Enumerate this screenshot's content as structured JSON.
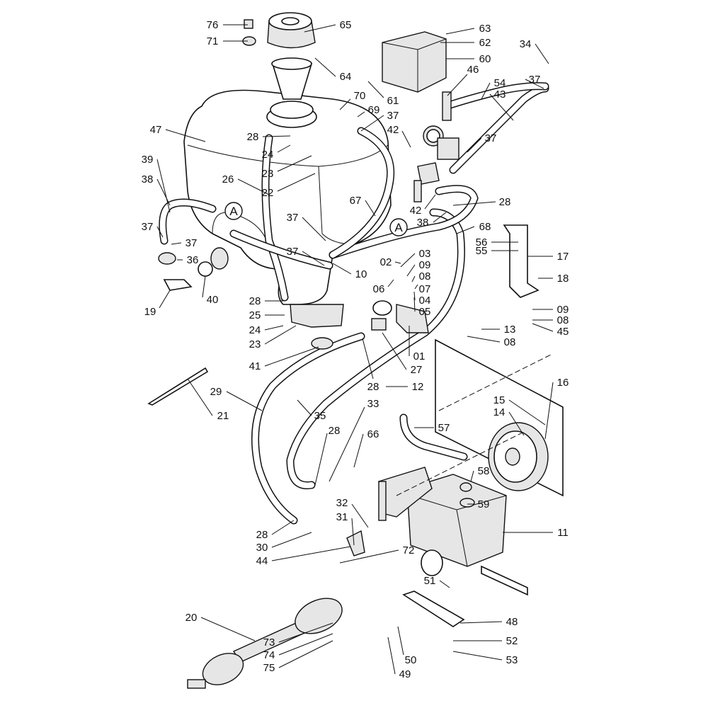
{
  "diagram": {
    "type": "exploded parts diagram",
    "callouts": [
      "76",
      "65",
      "71",
      "63",
      "62",
      "34",
      "60",
      "64",
      "46",
      "37",
      "54",
      "43",
      "70",
      "61",
      "69",
      "37",
      "42",
      "47",
      "28",
      "24",
      "37",
      "23",
      "39",
      "26",
      "22",
      "38",
      "67",
      "28",
      "42",
      "37",
      "38",
      "68",
      "37",
      "37",
      "36",
      "37",
      "10",
      "03",
      "02",
      "09",
      "56",
      "55",
      "17",
      "08",
      "18",
      "07",
      "06",
      "04",
      "19",
      "40",
      "28",
      "25",
      "05",
      "09",
      "08",
      "45",
      "24",
      "13",
      "23",
      "08",
      "01",
      "41",
      "27",
      "28",
      "12",
      "16",
      "29",
      "21",
      "33",
      "35",
      "15",
      "14",
      "57",
      "28",
      "66",
      "58",
      "59",
      "32",
      "31",
      "11",
      "28",
      "30",
      "72",
      "44",
      "51",
      "20",
      "48",
      "52",
      "73",
      "50",
      "53",
      "74",
      "49",
      "75"
    ],
    "connection_markers": [
      "A",
      "A"
    ]
  }
}
